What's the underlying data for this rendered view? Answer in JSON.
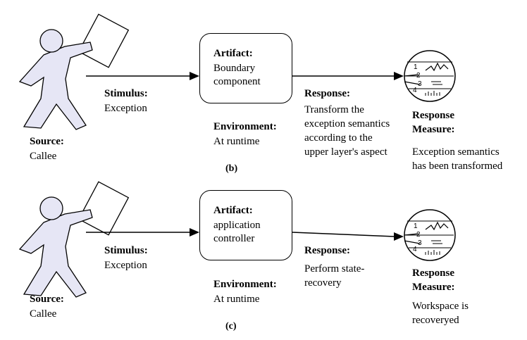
{
  "scenarios": [
    {
      "source": {
        "heading": "Source:",
        "value": "Callee"
      },
      "stimulus": {
        "heading": "Stimulus:",
        "value": "Exception"
      },
      "artifact": {
        "heading": "Artifact:",
        "lines": [
          "Boundary",
          "component"
        ]
      },
      "environment": {
        "heading": "Environment:",
        "value": "At runtime"
      },
      "response": {
        "heading": "Response:",
        "lines": [
          "Transform the",
          "exception semantics",
          "according to the",
          "upper layer's aspect"
        ]
      },
      "measure": {
        "heading_lines": [
          "Response",
          "Measure:"
        ],
        "lines": [
          "Exception semantics",
          "has been transformed"
        ]
      },
      "caption": "(b)"
    },
    {
      "source": {
        "heading": "Source:",
        "value": "Callee"
      },
      "stimulus": {
        "heading": "Stimulus:",
        "value": "Exception"
      },
      "artifact": {
        "heading": "Artifact:",
        "lines": [
          "application",
          "controller"
        ]
      },
      "environment": {
        "heading": "Environment:",
        "value": "At runtime"
      },
      "response": {
        "heading": "Response:",
        "lines": [
          "Perform state-",
          "recovery"
        ]
      },
      "measure": {
        "heading_lines": [
          "Response",
          "Measure:"
        ],
        "lines": [
          "Workspace is",
          "recoveryed"
        ]
      },
      "caption": "(c)"
    }
  ],
  "gauge": {
    "numbers": [
      "1",
      "2",
      "3",
      "4"
    ]
  },
  "icons": {
    "source": "person-carrying-paper-icon",
    "measure": "measurement-gauge-icon"
  },
  "colors": {
    "figure_fill": "#e6e6f5",
    "stroke": "#000000"
  }
}
